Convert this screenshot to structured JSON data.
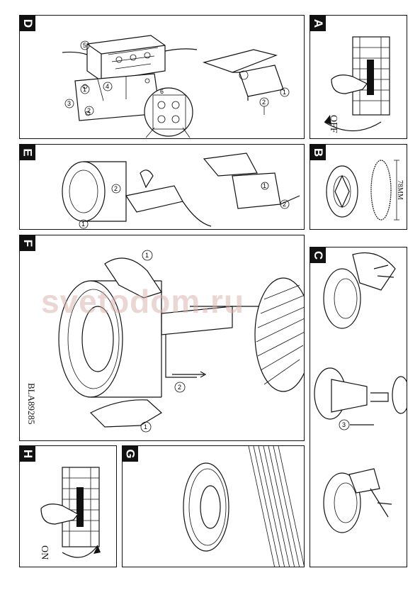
{
  "panels": {
    "D": {
      "letter": "D"
    },
    "A": {
      "letter": "A",
      "caption": "OFF"
    },
    "E": {
      "letter": "E"
    },
    "B": {
      "letter": "B",
      "dimension": "78MM"
    },
    "F": {
      "letter": "F",
      "model": "BLA89285"
    },
    "C": {
      "letter": "C"
    },
    "H": {
      "letter": "H",
      "caption": "ON"
    },
    "G": {
      "letter": "G"
    }
  },
  "watermark": "svetodom.ru",
  "step_numbers": {
    "one": "1",
    "two": "2",
    "three": "3",
    "four": "4",
    "five": "5",
    "six": "6"
  }
}
